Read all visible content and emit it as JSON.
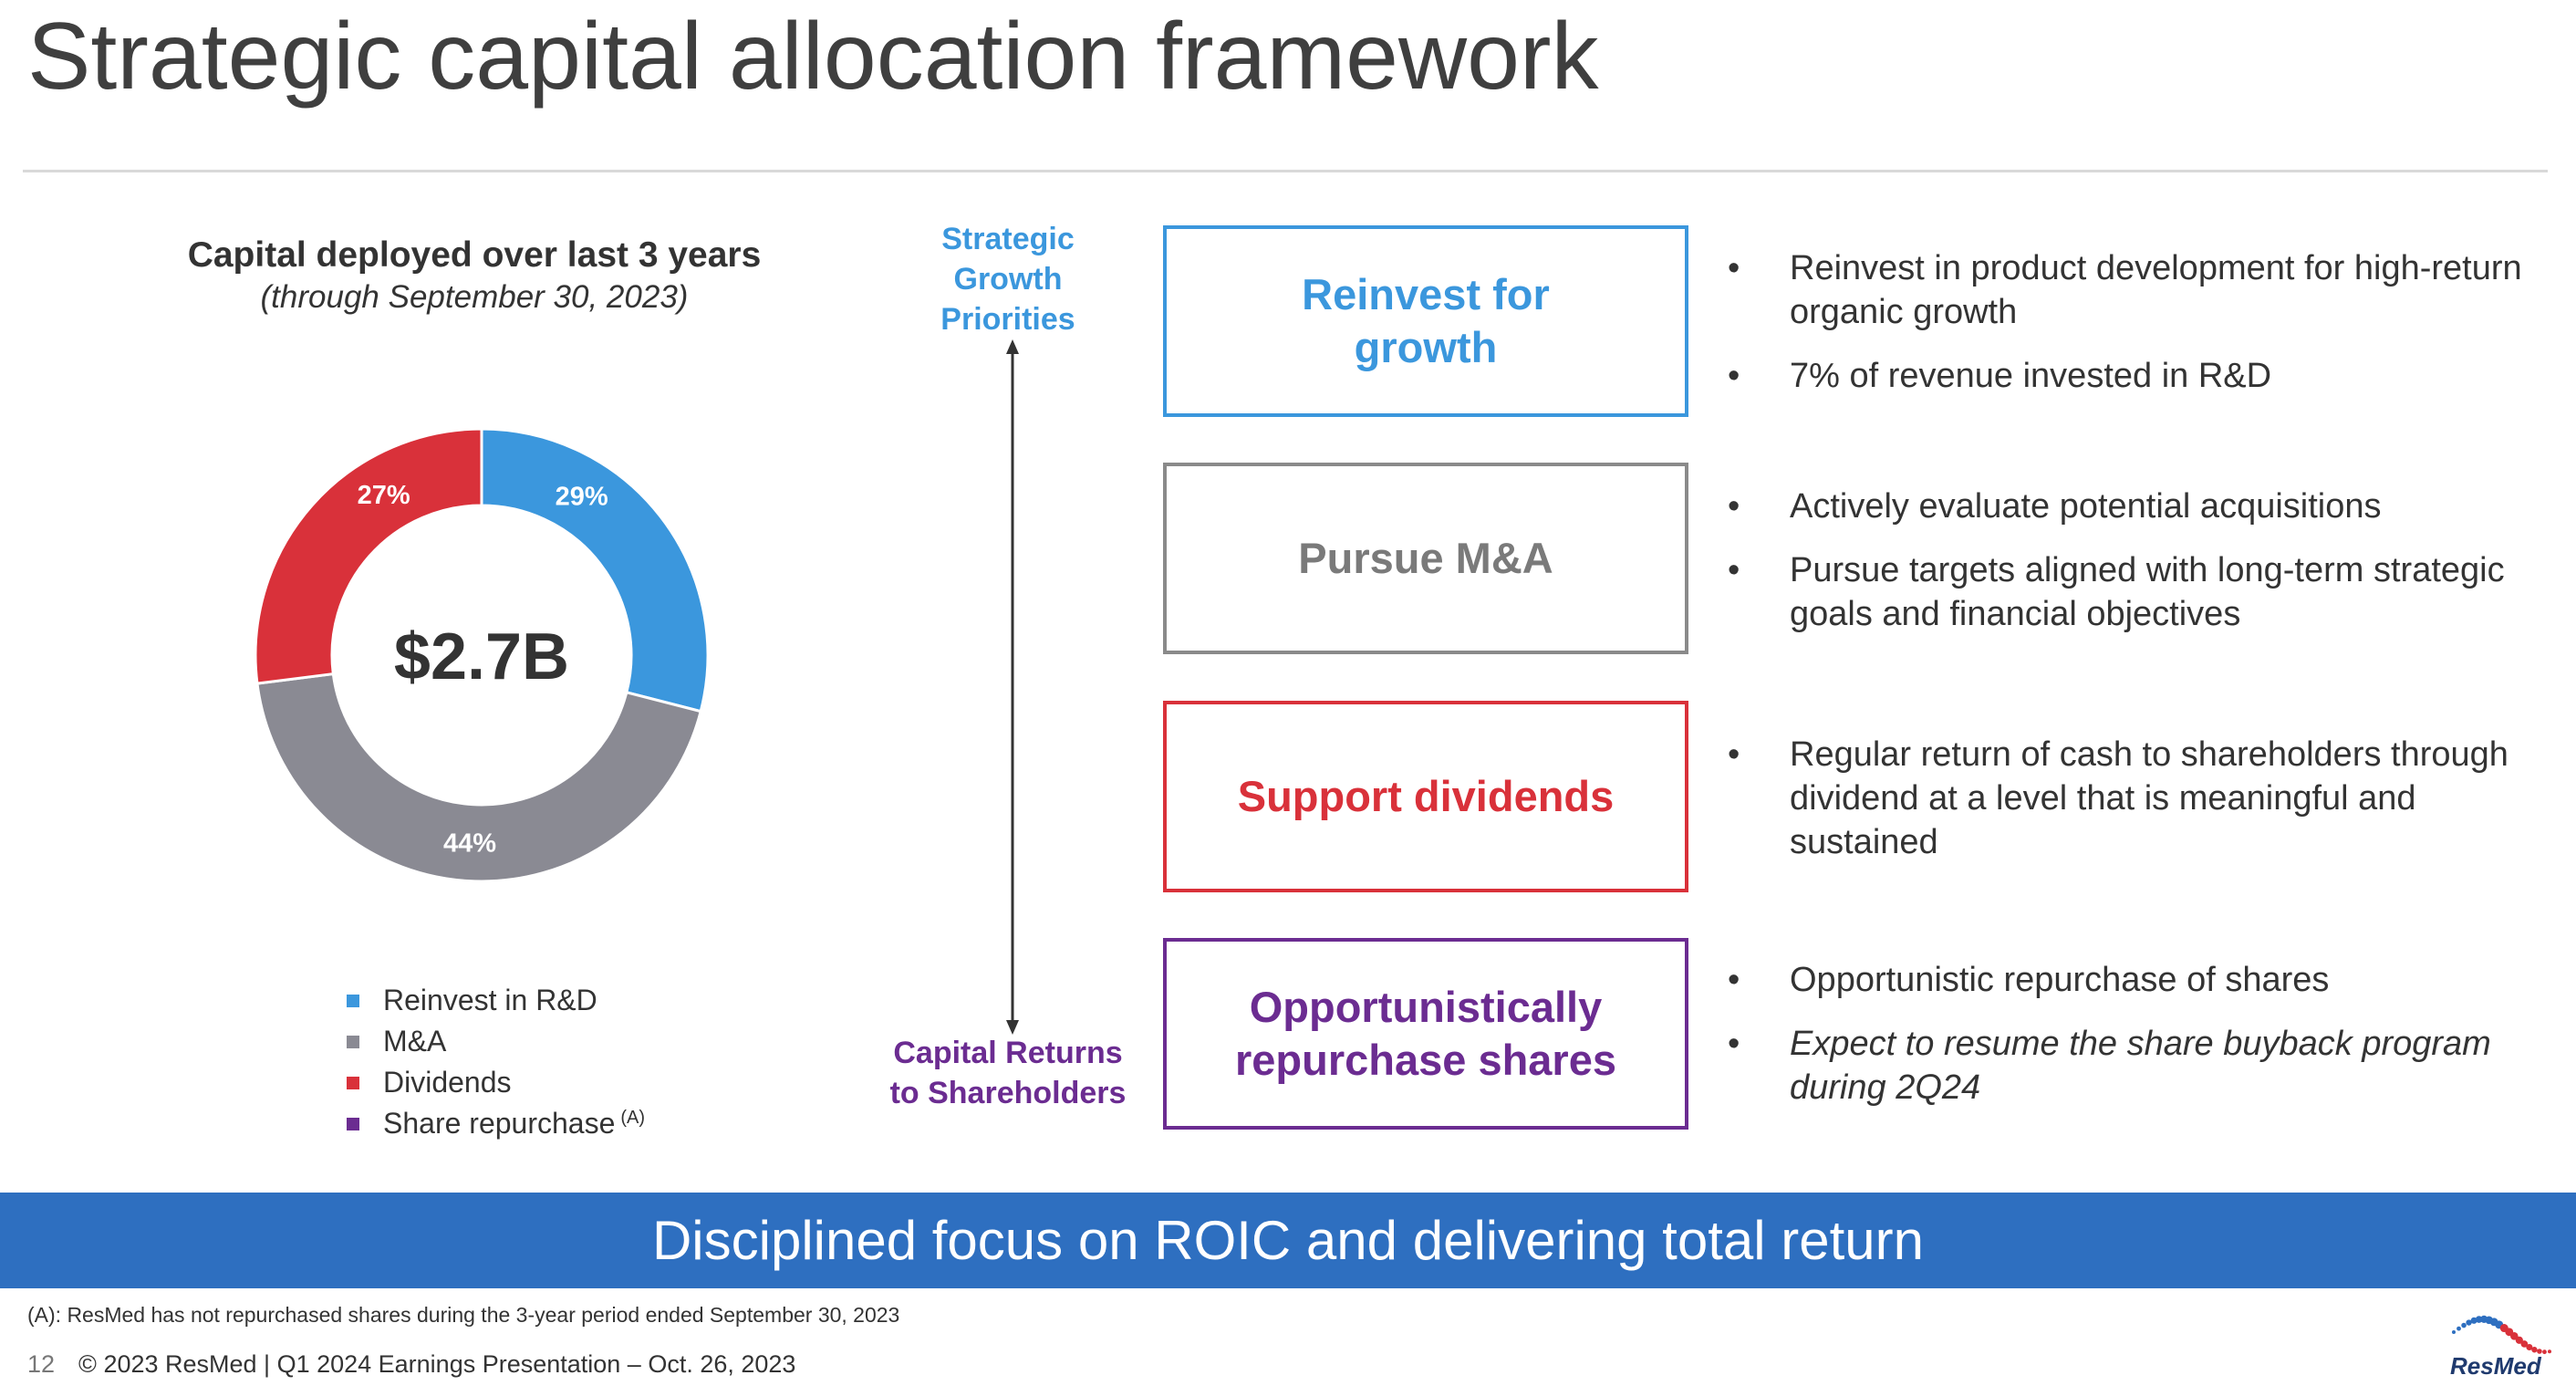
{
  "page": {
    "title": "Strategic capital allocation framework"
  },
  "chart": {
    "title": "Capital deployed over last 3 years",
    "subtitle": "(through September 30, 2023)",
    "center_label": "$2.7B"
  },
  "chart_data": {
    "type": "pie",
    "title": "Capital deployed over last 3 years",
    "subtitle": "(through September 30, 2023)",
    "center_label": "$2.7B",
    "donut": true,
    "slices": [
      {
        "label": "Reinvest in R&D",
        "value": 29,
        "display": "29%",
        "color": "#3b97dd"
      },
      {
        "label": "M&A",
        "value": 44,
        "display": "44%",
        "color": "#8a8a93"
      },
      {
        "label": "Dividends",
        "value": 27,
        "display": "27%",
        "color": "#d9313a"
      },
      {
        "label": "Share repurchase",
        "value": 0,
        "display": "",
        "color": "#6b2c91"
      }
    ],
    "legend_placement": "bottom"
  },
  "legend": {
    "items": [
      {
        "label": "Reinvest in R&D",
        "color": "#3b97dd",
        "note": ""
      },
      {
        "label": "M&A",
        "color": "#8a8a93",
        "note": ""
      },
      {
        "label": "Dividends",
        "color": "#d9313a",
        "note": ""
      },
      {
        "label": "Share repurchase",
        "color": "#6b2c91",
        "note": "(A)"
      }
    ]
  },
  "axis": {
    "top_label": "Strategic Growth Priorities",
    "bottom_label": "Capital Returns to Shareholders"
  },
  "pillars": [
    {
      "label": "Reinvest for growth",
      "color": "#3b97dd",
      "bullets": [
        {
          "text": "Reinvest in product development for high-return organic growth",
          "italic": false
        },
        {
          "text": "7% of revenue invested in R&D",
          "italic": false
        }
      ]
    },
    {
      "label": "Pursue M&A",
      "color": "#7a7a7a",
      "bullets": [
        {
          "text": "Actively evaluate potential acquisitions",
          "italic": false
        },
        {
          "text": "Pursue targets aligned with long-term strategic goals and financial objectives",
          "italic": false
        }
      ]
    },
    {
      "label": "Support dividends",
      "color": "#d9313a",
      "bullets": [
        {
          "text": "Regular return of cash to shareholders through dividend at a level that is meaningful and sustained",
          "italic": false
        }
      ]
    },
    {
      "label": "Opportunistically repurchase shares",
      "color": "#6b2c91",
      "bullets": [
        {
          "text": "Opportunistic repurchase of shares",
          "italic": false
        },
        {
          "text": "Expect to resume the share buyback program during 2Q24",
          "italic": true
        }
      ]
    }
  ],
  "banner": {
    "text": "Disciplined focus on ROIC and delivering total return"
  },
  "footnote": {
    "text": "(A): ResMed has not repurchased shares during the 3-year period ended September 30, 2023"
  },
  "footer": {
    "page_number": "12",
    "text": "© 2023 ResMed |  Q1 2024 Earnings Presentation – Oct. 26, 2023",
    "logo_text": "ResMed"
  }
}
